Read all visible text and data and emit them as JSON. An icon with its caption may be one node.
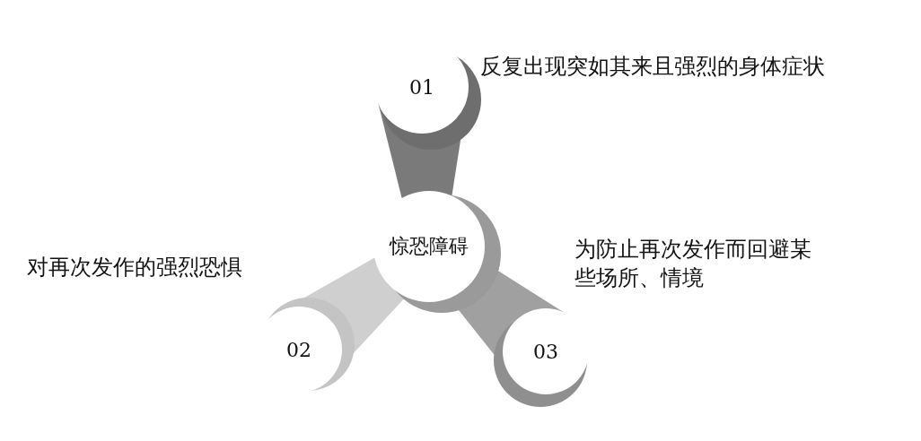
{
  "diagram": {
    "nodes": [
      {
        "text": [
          "惊恐障碍"
        ]
      },
      {
        "text": [
          "01"
        ],
        "beside": [
          "反复出现突如其来且强烈的身体症状"
        ]
      },
      {
        "text": [
          "02"
        ],
        "beside": [
          "对再次发作的强烈恐惧"
        ]
      },
      {
        "text": [
          "03"
        ],
        "beside": [
          "为防止再次发作而回避某些场所、情境"
        ]
      }
    ],
    "edges": [
      {
        "from": 0,
        "to": 1,
        "arrow": "none",
        "style": "thick",
        "color": "#7a7a7a"
      },
      {
        "from": 0,
        "to": 2,
        "arrow": "none",
        "style": "thick",
        "color": "#cfcfcf"
      },
      {
        "from": 0,
        "to": 3,
        "arrow": "none",
        "style": "thick",
        "color": "#a0a0a0"
      }
    ]
  }
}
